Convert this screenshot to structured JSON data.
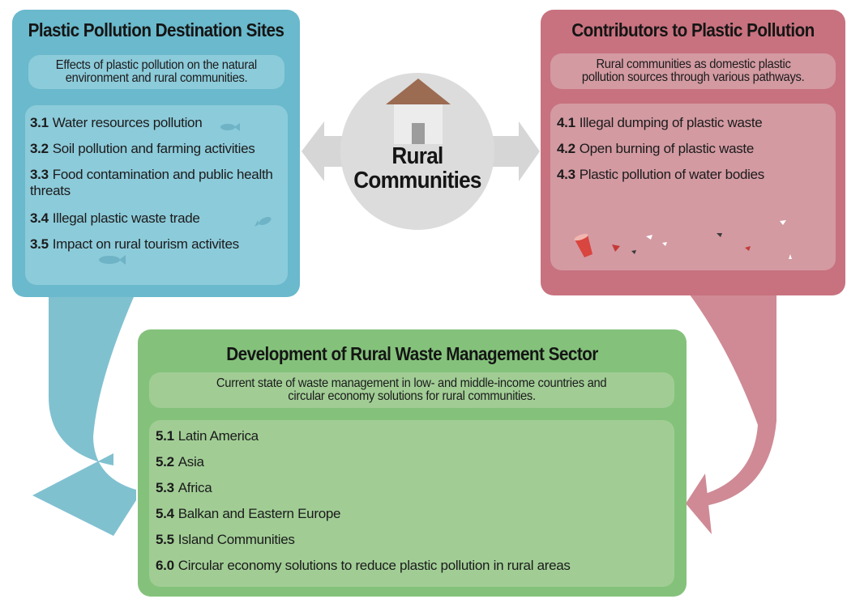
{
  "center": {
    "line1": "Rural",
    "line2": "Communities"
  },
  "left_panel": {
    "title": "Plastic Pollution Destination Sites",
    "subtitle_line1": "Effects of plastic pollution on the natural",
    "subtitle_line2": "environment and rural communities.",
    "items": [
      {
        "num": "3.1",
        "text": "Water resources pollution"
      },
      {
        "num": "3.2",
        "text": "Soil pollution and farming activities"
      },
      {
        "num": "3.3",
        "text": "Food contamination and public health threats"
      },
      {
        "num": "3.4",
        "text": "Illegal plastic waste trade"
      },
      {
        "num": "3.5",
        "text": "Impact on rural tourism activites"
      }
    ]
  },
  "right_panel": {
    "title": "Contributors to Plastic Pollution",
    "subtitle_line1": "Rural communities as domestic plastic",
    "subtitle_line2": "pollution sources through various pathways.",
    "items": [
      {
        "num": "4.1",
        "text": "Illegal dumping of plastic waste"
      },
      {
        "num": "4.2",
        "text": "Open burning of plastic waste"
      },
      {
        "num": "4.3",
        "text": "Plastic pollution of water bodies"
      }
    ]
  },
  "bottom_panel": {
    "title": "Development of Rural Waste Management Sector",
    "subtitle_line1": "Current state of waste management in low- and middle-income countries and",
    "subtitle_line2": "circular economy solutions for rural communities.",
    "items": [
      {
        "num": "5.1",
        "text": "Latin America"
      },
      {
        "num": "5.2",
        "text": "Asia"
      },
      {
        "num": "5.3",
        "text": "Africa"
      },
      {
        "num": "5.4",
        "text": "Balkan and Eastern Europe"
      },
      {
        "num": "5.5",
        "text": "Island Communities"
      },
      {
        "num": "6.0",
        "text": "Circular economy solutions to reduce plastic pollution in rural areas"
      }
    ]
  },
  "colors": {
    "blue_panel": "#6ab9cc",
    "blue_inner": "#8ccbda",
    "red_panel": "#c8727f",
    "red_inner": "#d39aa2",
    "green_panel": "#84c27b",
    "green_inner": "#a1cd95",
    "grey_circle": "#dcdcdc",
    "grey_arrow": "#d6d6d6",
    "roof": "#9b6b52"
  }
}
